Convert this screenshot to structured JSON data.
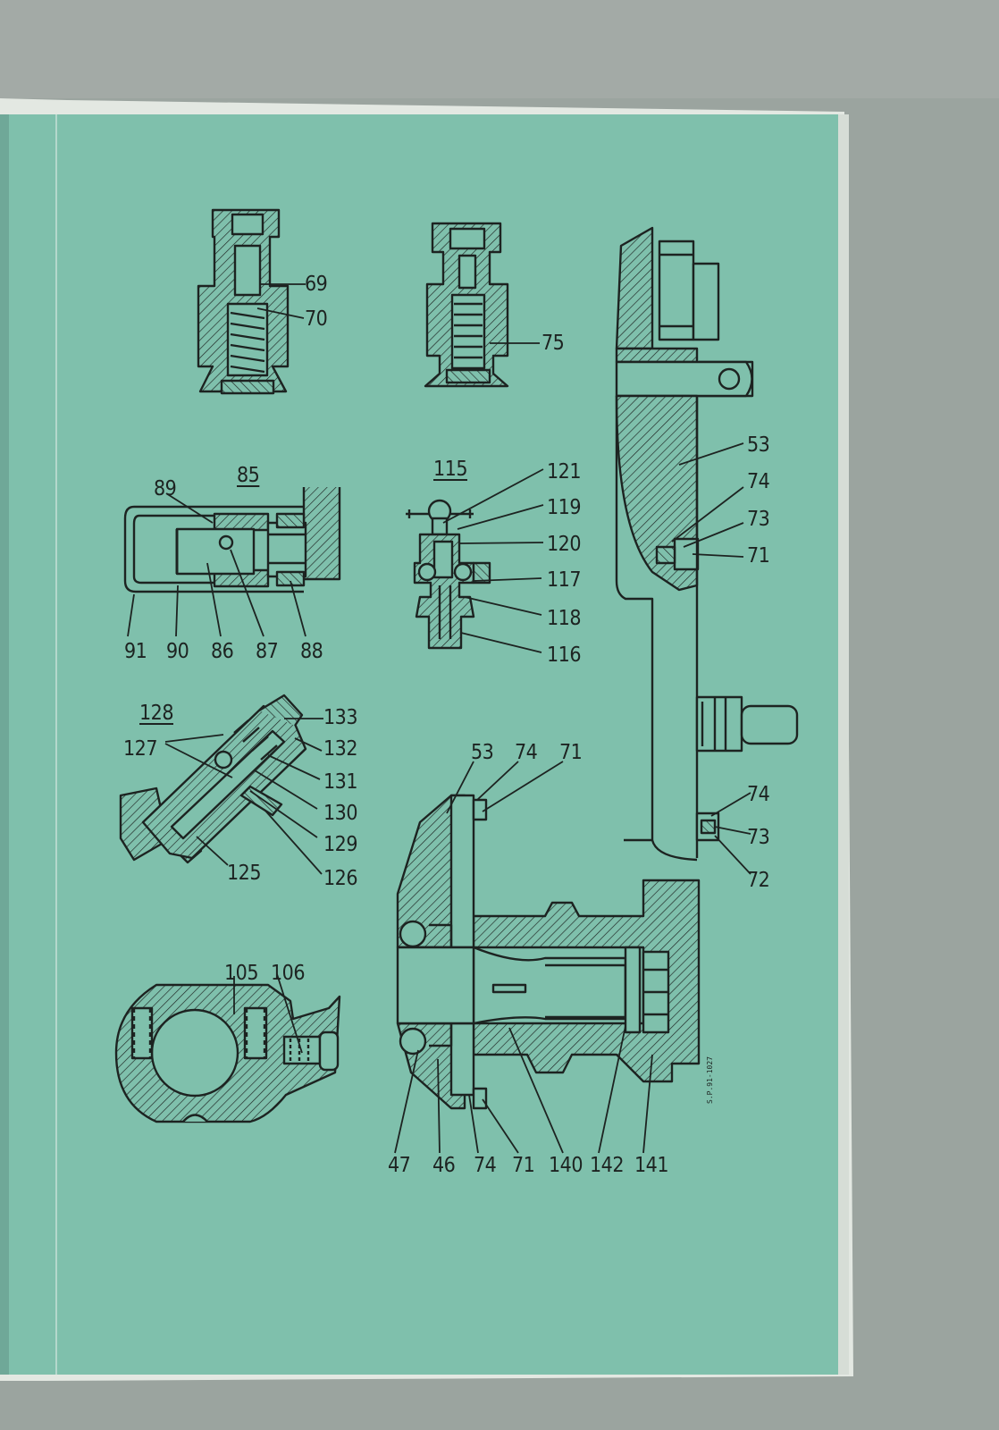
{
  "figures": {
    "valve_a": {
      "labels": [
        "69",
        "70"
      ]
    },
    "valve_b": {
      "labels": [
        "75"
      ]
    },
    "part_85": {
      "title": "85",
      "labels": [
        "89",
        "91",
        "90",
        "86",
        "87",
        "88"
      ]
    },
    "part_115": {
      "title": "115",
      "labels": [
        "121",
        "119",
        "120",
        "117",
        "118",
        "116"
      ]
    },
    "part_128": {
      "title": "128",
      "labels": [
        "133",
        "127",
        "132",
        "131",
        "130",
        "129",
        "125",
        "126"
      ]
    },
    "clamp": {
      "labels": [
        "105",
        "106"
      ]
    },
    "assembly": {
      "labels_right": [
        "53",
        "74",
        "73",
        "71"
      ],
      "labels_mid": [
        "53",
        "74",
        "71"
      ],
      "labels_lower_right": [
        "74",
        "73",
        "72"
      ],
      "labels_bottom": [
        "47",
        "46",
        "74",
        "71",
        "140",
        "142",
        "141"
      ]
    }
  },
  "drawing_code": "S.P.91-1027",
  "colors": {
    "page": "#7fc0ac",
    "ink": "#1d2321",
    "background": "#9aa39e",
    "page_edge": "#e6ebe5"
  }
}
